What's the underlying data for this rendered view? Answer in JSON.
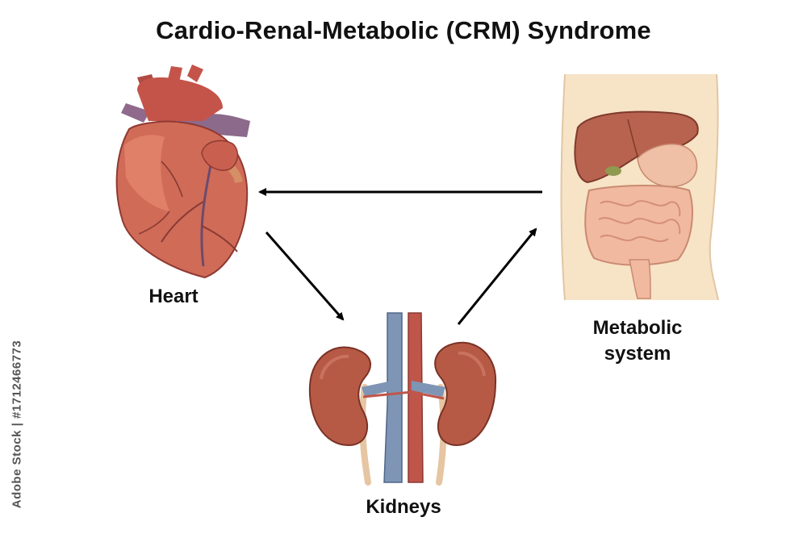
{
  "title": "Cardio-Renal-Metabolic (CRM) Syndrome",
  "nodes": {
    "heart": {
      "label": "Heart",
      "icon": "heart-illustration"
    },
    "kidneys": {
      "label": "Kidneys",
      "icon": "kidneys-illustration"
    },
    "metabolic": {
      "label_line1": "Metabolic",
      "label_line2": "system",
      "icon": "abdominal-organs-illustration"
    }
  },
  "edges": [
    {
      "from": "metabolic",
      "to": "heart"
    },
    {
      "from": "heart",
      "to": "kidneys"
    },
    {
      "from": "kidneys",
      "to": "metabolic"
    }
  ],
  "watermark": "Adobe Stock | #1712466773",
  "colors": {
    "heart": "#c9604f",
    "kidney": "#b65a46",
    "vein": "#7f95b5",
    "artery": "#c0554a",
    "torso": "#f7e3c6",
    "liver": "#b8634f",
    "intestine": "#f1b9a0",
    "arrow": "#000000"
  }
}
